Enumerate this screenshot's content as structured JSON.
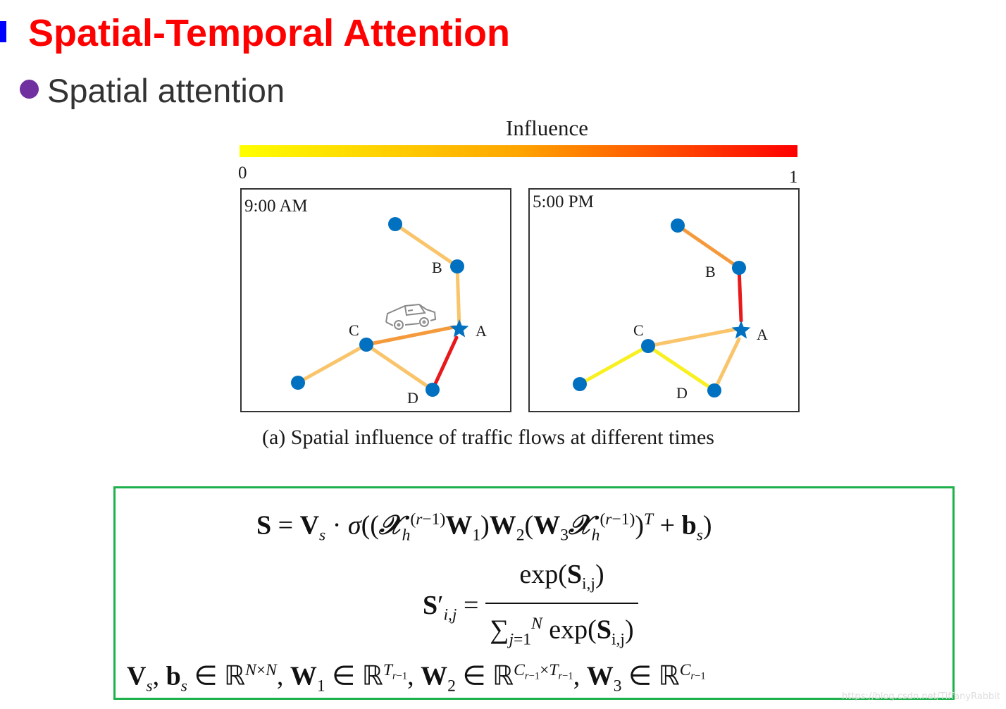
{
  "slide": {
    "title": "Spatial-Temporal Attention",
    "bullet": "Spatial attention"
  },
  "colors": {
    "title": "#ff0000",
    "title_bar": "#0000ff",
    "bullet": "#7030a0",
    "node": "#0070c0",
    "formula_border": "#1db14b",
    "influence_low": "#ffff00",
    "influence_mid": "#ffa500",
    "influence_high": "#ff0000"
  },
  "colorbar": {
    "label": "Influence",
    "min": "0",
    "max": "1"
  },
  "panels": [
    {
      "time": "9:00 AM",
      "nodes": {
        "a": "A",
        "b": "B",
        "c": "C",
        "d": "D"
      },
      "has_car": true,
      "edge_colors": {
        "top_b": "#f9c46a",
        "b_a": "#f9c46a",
        "c_a": "#f59a3c",
        "a_d": "#e8191b",
        "c_d": "#f9c46a",
        "left_c": "#f9c46a"
      }
    },
    {
      "time": "5:00 PM",
      "nodes": {
        "a": "A",
        "b": "B",
        "c": "C",
        "d": "D"
      },
      "has_car": false,
      "edge_colors": {
        "top_b": "#f59a3c",
        "b_a": "#e8191b",
        "c_a": "#f9c46a",
        "a_d": "#f9c46a",
        "c_d": "#f8f020",
        "left_c": "#f8f020"
      }
    }
  ],
  "caption": "(a) Spatial influence of traffic flows  at different times",
  "watermark": "https://blog.csdn.net/TiffanyRabbit"
}
